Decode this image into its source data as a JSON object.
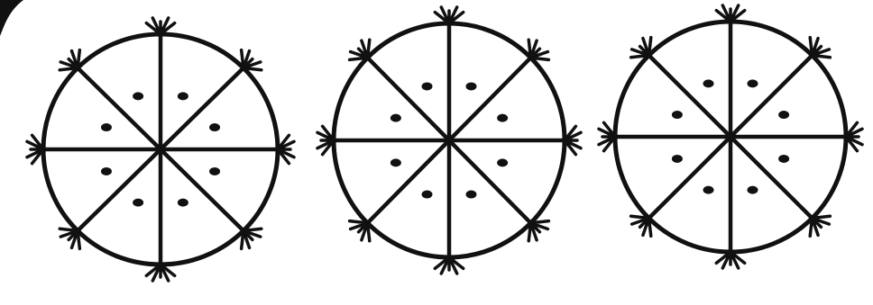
{
  "figure": {
    "wheels": [
      {
        "name": "wheel-1",
        "spokes": 8,
        "dots": 8
      },
      {
        "name": "wheel-2",
        "spokes": 8,
        "dots": 8
      },
      {
        "name": "wheel-3",
        "spokes": 8,
        "dots": 8
      }
    ],
    "colors": {
      "ink": "#111111",
      "paper": "#ffffff"
    }
  }
}
